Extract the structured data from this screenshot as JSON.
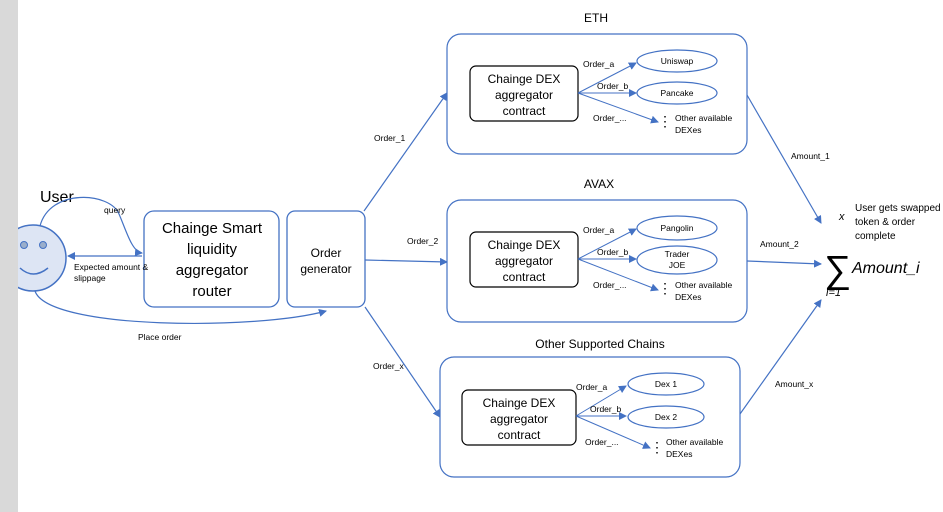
{
  "user": {
    "label": "User"
  },
  "edges": {
    "query": "query",
    "expected_amount_line1": "Expected amount &",
    "expected_amount_line2": "slippage",
    "place_order": "Place order",
    "order_1": "Order_1",
    "order_2": "Order_2",
    "order_x": "Order_x",
    "amount_1": "Amount_1",
    "amount_2": "Amount_2",
    "amount_x": "Amount_x"
  },
  "router": {
    "line1": "Chainge Smart",
    "line2": "liquidity",
    "line3": "aggregator",
    "line4": "router"
  },
  "order_generator": {
    "line1": "Order",
    "line2": "generator"
  },
  "chains": [
    {
      "title": "ETH",
      "contract": {
        "line1": "Chainge DEX",
        "line2": "aggregator",
        "line3": "contract"
      },
      "orders": [
        "Order_a",
        "Order_b",
        "Order_..."
      ],
      "dexes": [
        [
          "Uniswap"
        ],
        [
          "Pancake"
        ]
      ],
      "other_line1": "Other available",
      "other_line2": "DEXes"
    },
    {
      "title": "AVAX",
      "contract": {
        "line1": "Chainge DEX",
        "line2": "aggregator",
        "line3": "contract"
      },
      "orders": [
        "Order_a",
        "Order_b",
        "Order_..."
      ],
      "dexes": [
        [
          "Pangolin"
        ],
        [
          "Trader",
          "JOE"
        ]
      ],
      "other_line1": "Other available",
      "other_line2": "DEXes"
    },
    {
      "title": "Other Supported Chains",
      "contract": {
        "line1": "Chainge DEX",
        "line2": "aggregator",
        "line3": "contract"
      },
      "orders": [
        "Order_a",
        "Order_b",
        "Order_..."
      ],
      "dexes": [
        [
          "Dex 1"
        ],
        [
          "Dex 2"
        ]
      ],
      "other_line1": "Other available",
      "other_line2": "DEXes"
    }
  ],
  "result": {
    "line1": "User gets swapped",
    "line2": "token & order",
    "line3": "complete",
    "sum_upper": "x",
    "sum_lower": "i=1",
    "sum_symbol": "∑",
    "sum_term": "Amount_i"
  }
}
